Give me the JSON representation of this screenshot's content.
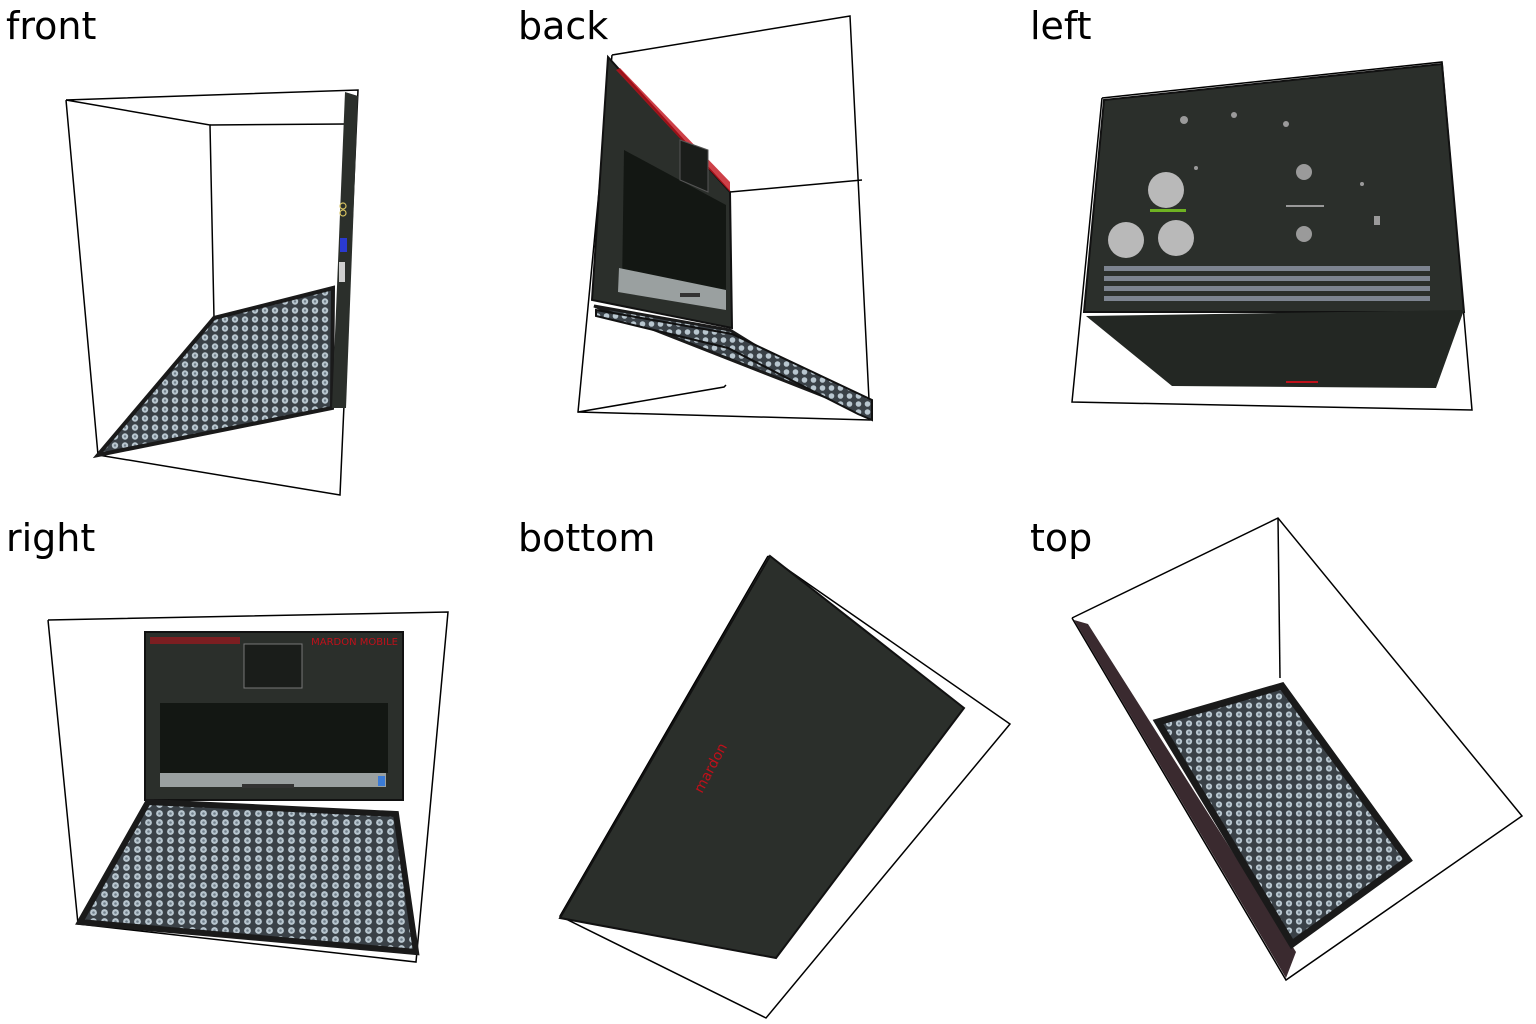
{
  "panels": {
    "front": {
      "label": "front"
    },
    "back": {
      "label": "back"
    },
    "left": {
      "label": "left"
    },
    "right": {
      "label": "right"
    },
    "bottom": {
      "label": "bottom"
    },
    "top": {
      "label": "top"
    }
  },
  "colors": {
    "body": "#2b2f2b",
    "body_dark": "#1c1f1c",
    "screen": "#101510",
    "keyboard_tile": "#b8c6cf",
    "brand_red": "#c0101a",
    "accent_green": "#7fd320",
    "accent_blue": "#2a3ad0",
    "outline": "#000000"
  },
  "icons": [
    "speaker-grille",
    "port",
    "display",
    "webcam",
    "keyboard-grid"
  ],
  "labels": {
    "right_brand": "MARDON MOBILE",
    "bottom_brand": "mardon"
  }
}
